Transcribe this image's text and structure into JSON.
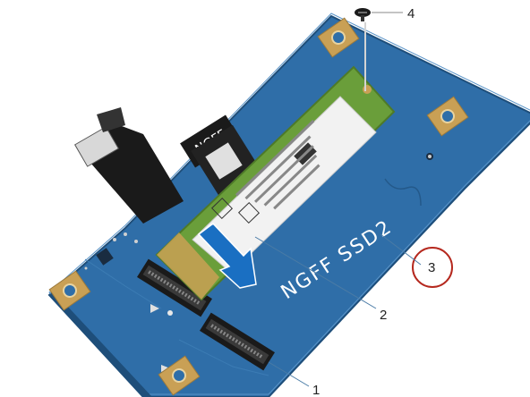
{
  "board": {
    "silkscreen_label": "NGFF SSD2",
    "cable_tag": "NGFF"
  },
  "callouts": [
    {
      "number": "1"
    },
    {
      "number": "2"
    },
    {
      "number": "3"
    },
    {
      "number": "4"
    }
  ],
  "colors": {
    "board": "#2f6ea8",
    "board_dark": "#1e4e7a",
    "ssd_pcb": "#6a9e3a",
    "label_white": "#f2f2f2",
    "arrow": "#1a6fc2",
    "highlight_circle": "#b5281e",
    "gold_pad": "#c9a055",
    "connector_black": "#1a1a1a"
  }
}
